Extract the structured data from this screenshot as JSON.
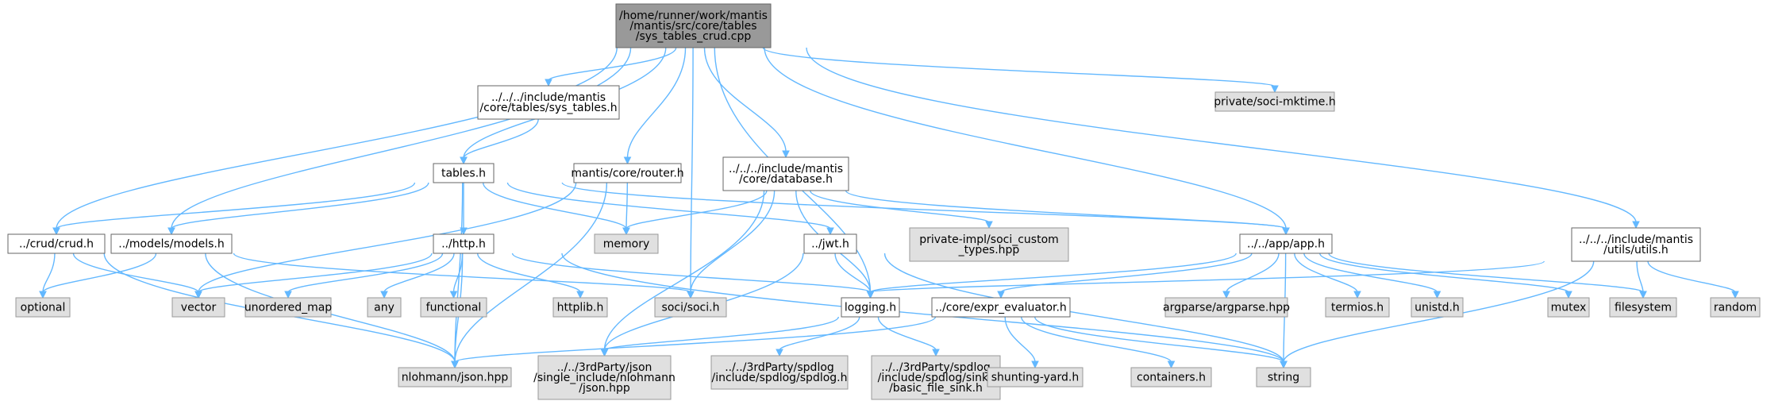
{
  "diagram": {
    "colors": {
      "edge": "#63b8ff",
      "focus_fill": "#999999",
      "doc_fill": "#ffffff",
      "external_fill": "#e0e0e0",
      "border": "#666666"
    },
    "nodes": [
      {
        "id": "root",
        "kind": "focus",
        "lines": [
          "/home/runner/work/mantis",
          "/mantis/src/core/tables",
          "/sys_tables_crud.cpp"
        ]
      },
      {
        "id": "sys_tables",
        "kind": "doc",
        "lines": [
          "../../../include/mantis",
          "/core/tables/sys_tables.h"
        ]
      },
      {
        "id": "soci_mktime",
        "kind": "ext",
        "lines": [
          "private/soci-mktime.h"
        ]
      },
      {
        "id": "tables",
        "kind": "doc",
        "lines": [
          "tables.h"
        ]
      },
      {
        "id": "router",
        "kind": "doc",
        "lines": [
          "mantis/core/router.h"
        ]
      },
      {
        "id": "database",
        "kind": "doc",
        "lines": [
          "../../../include/mantis",
          "/core/database.h"
        ]
      },
      {
        "id": "crud",
        "kind": "doc",
        "lines": [
          "../crud/crud.h"
        ]
      },
      {
        "id": "models",
        "kind": "doc",
        "lines": [
          "../models/models.h"
        ]
      },
      {
        "id": "http",
        "kind": "doc",
        "lines": [
          "../http.h"
        ]
      },
      {
        "id": "memory",
        "kind": "ext",
        "lines": [
          "memory"
        ]
      },
      {
        "id": "jwt",
        "kind": "doc",
        "lines": [
          "../jwt.h"
        ]
      },
      {
        "id": "soci_custom",
        "kind": "ext",
        "lines": [
          "private-impl/soci_custom",
          "_types.hpp"
        ]
      },
      {
        "id": "app",
        "kind": "doc",
        "lines": [
          "../../app/app.h"
        ]
      },
      {
        "id": "utils",
        "kind": "doc",
        "lines": [
          "../../../include/mantis",
          "/utils/utils.h"
        ]
      },
      {
        "id": "optional",
        "kind": "ext",
        "lines": [
          "optional"
        ]
      },
      {
        "id": "vector",
        "kind": "ext",
        "lines": [
          "vector"
        ]
      },
      {
        "id": "unordered_map",
        "kind": "ext",
        "lines": [
          "unordered_map"
        ]
      },
      {
        "id": "any",
        "kind": "ext",
        "lines": [
          "any"
        ]
      },
      {
        "id": "functional",
        "kind": "ext",
        "lines": [
          "functional"
        ]
      },
      {
        "id": "httplib",
        "kind": "ext",
        "lines": [
          "httplib.h"
        ]
      },
      {
        "id": "soci",
        "kind": "ext",
        "lines": [
          "soci/soci.h"
        ]
      },
      {
        "id": "logging",
        "kind": "doc",
        "lines": [
          "logging.h"
        ]
      },
      {
        "id": "expr",
        "kind": "doc",
        "lines": [
          "../core/expr_evaluator.h"
        ]
      },
      {
        "id": "argparse",
        "kind": "ext",
        "lines": [
          "argparse/argparse.hpp"
        ]
      },
      {
        "id": "termios",
        "kind": "ext",
        "lines": [
          "termios.h"
        ]
      },
      {
        "id": "unistd",
        "kind": "ext",
        "lines": [
          "unistd.h"
        ]
      },
      {
        "id": "mutex",
        "kind": "ext",
        "lines": [
          "mutex"
        ]
      },
      {
        "id": "filesystem",
        "kind": "ext",
        "lines": [
          "filesystem"
        ]
      },
      {
        "id": "random",
        "kind": "ext",
        "lines": [
          "random"
        ]
      },
      {
        "id": "json",
        "kind": "ext",
        "lines": [
          "nlohmann/json.hpp"
        ]
      },
      {
        "id": "json3rd",
        "kind": "ext",
        "lines": [
          "../../3rdParty/json",
          "/single_include/nlohmann",
          "/json.hpp"
        ]
      },
      {
        "id": "spdlog",
        "kind": "ext",
        "lines": [
          "../../3rdParty/spdlog",
          "/include/spdlog/spdlog.h"
        ]
      },
      {
        "id": "spdlog_sink",
        "kind": "ext",
        "lines": [
          "../../3rdParty/spdlog",
          "/include/spdlog/sinks",
          "/basic_file_sink.h"
        ]
      },
      {
        "id": "shunting",
        "kind": "ext",
        "lines": [
          "shunting-yard.h"
        ]
      },
      {
        "id": "containers",
        "kind": "ext",
        "lines": [
          "containers.h"
        ]
      },
      {
        "id": "string",
        "kind": "ext",
        "lines": [
          "string"
        ]
      }
    ],
    "edges": [
      [
        "root",
        "sys_tables"
      ],
      [
        "root",
        "soci_mktime"
      ],
      [
        "root",
        "tables"
      ],
      [
        "root",
        "router"
      ],
      [
        "root",
        "database"
      ],
      [
        "root",
        "crud"
      ],
      [
        "root",
        "models"
      ],
      [
        "root",
        "soci"
      ],
      [
        "root",
        "logging"
      ],
      [
        "root",
        "app"
      ],
      [
        "root",
        "utils"
      ],
      [
        "sys_tables",
        "tables"
      ],
      [
        "tables",
        "crud"
      ],
      [
        "tables",
        "models"
      ],
      [
        "tables",
        "http"
      ],
      [
        "tables",
        "memory"
      ],
      [
        "tables",
        "jwt"
      ],
      [
        "tables",
        "app"
      ],
      [
        "tables",
        "json"
      ],
      [
        "router",
        "vector"
      ],
      [
        "router",
        "memory"
      ],
      [
        "router",
        "json"
      ],
      [
        "database",
        "memory"
      ],
      [
        "database",
        "soci_custom"
      ],
      [
        "database",
        "soci"
      ],
      [
        "database",
        "app"
      ],
      [
        "database",
        "logging"
      ],
      [
        "database",
        "json3rd"
      ],
      [
        "crud",
        "optional"
      ],
      [
        "crud",
        "vector"
      ],
      [
        "crud",
        "json"
      ],
      [
        "models",
        "optional"
      ],
      [
        "models",
        "soci"
      ],
      [
        "models",
        "json"
      ],
      [
        "http",
        "vector"
      ],
      [
        "http",
        "unordered_map"
      ],
      [
        "http",
        "any"
      ],
      [
        "http",
        "functional"
      ],
      [
        "http",
        "httplib"
      ],
      [
        "http",
        "json"
      ],
      [
        "http",
        "logging"
      ],
      [
        "http",
        "string"
      ],
      [
        "jwt",
        "logging"
      ],
      [
        "jwt",
        "json3rd"
      ],
      [
        "jwt",
        "string"
      ],
      [
        "app",
        "logging"
      ],
      [
        "app",
        "expr"
      ],
      [
        "app",
        "argparse"
      ],
      [
        "app",
        "termios"
      ],
      [
        "app",
        "unistd"
      ],
      [
        "app",
        "mutex"
      ],
      [
        "app",
        "filesystem"
      ],
      [
        "app",
        "string"
      ],
      [
        "utils",
        "logging"
      ],
      [
        "utils",
        "filesystem"
      ],
      [
        "utils",
        "random"
      ],
      [
        "utils",
        "string"
      ],
      [
        "logging",
        "json3rd"
      ],
      [
        "logging",
        "spdlog"
      ],
      [
        "logging",
        "spdlog_sink"
      ],
      [
        "expr",
        "shunting"
      ],
      [
        "expr",
        "containers"
      ],
      [
        "expr",
        "string"
      ],
      [
        "expr",
        "json"
      ]
    ]
  }
}
